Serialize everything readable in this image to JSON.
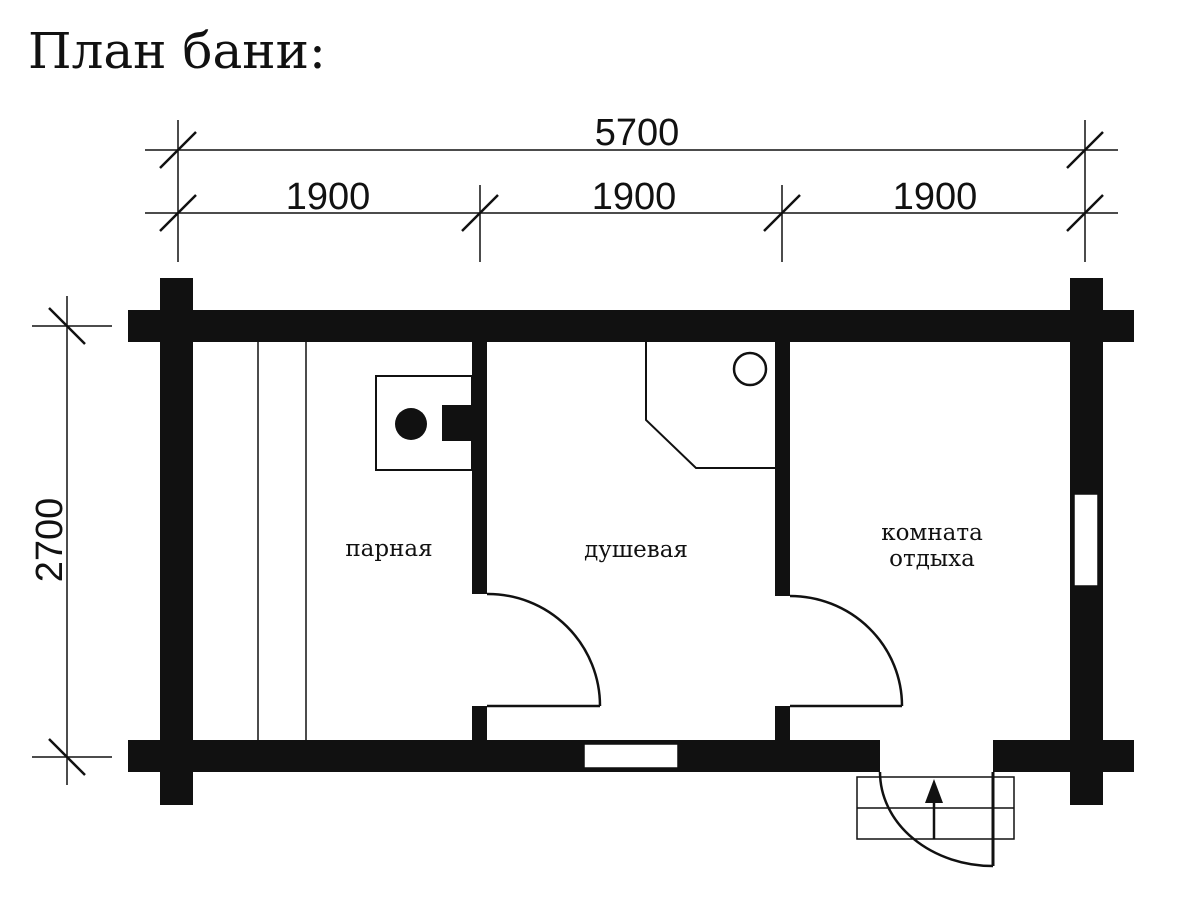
{
  "title": "План бани:",
  "dimensions": {
    "overall_width": "5700",
    "segments": [
      "1900",
      "1900",
      "1900"
    ],
    "depth": "2700"
  },
  "rooms": {
    "steam_room": "парная",
    "shower_room": "душевая",
    "rest_room_line1": "комната",
    "rest_room_line2": "отдыха"
  },
  "colors": {
    "wall": "#111111",
    "background": "#ffffff"
  }
}
